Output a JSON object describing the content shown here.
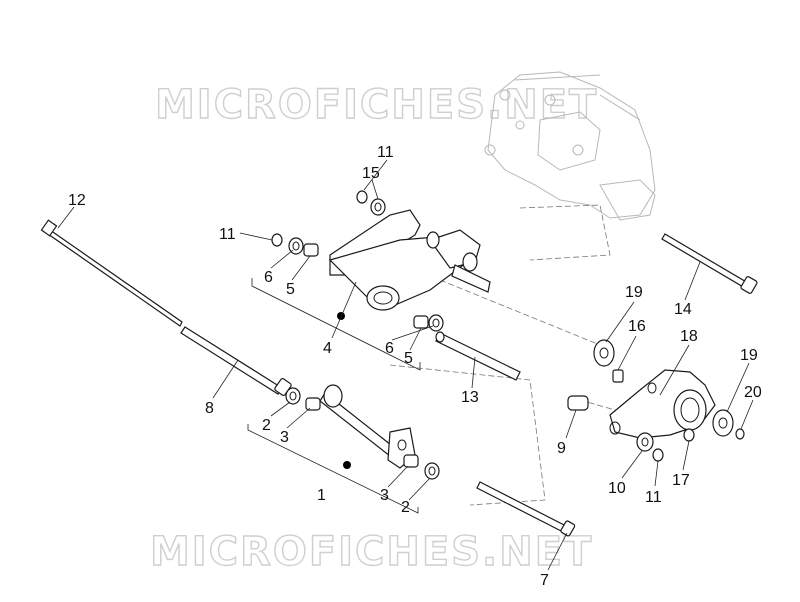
{
  "watermark": "MICROFICHES.NET",
  "callouts": {
    "c1": "1",
    "c2a": "2",
    "c2b": "2",
    "c3a": "3",
    "c3b": "3",
    "c4": "4",
    "c5a": "5",
    "c5b": "5",
    "c6a": "6",
    "c6b": "6",
    "c7": "7",
    "c8": "8",
    "c9": "9",
    "c10": "10",
    "c11a": "11",
    "c11b": "11",
    "c11c": "11",
    "c12": "12",
    "c13": "13",
    "c14": "14",
    "c15": "15",
    "c16": "16",
    "c17": "17",
    "c18": "18",
    "c19a": "19",
    "c19b": "19",
    "c20": "20"
  },
  "colors": {
    "line": "#1a1a1a",
    "watermark": "#cfcfcf",
    "background": "#ffffff"
  }
}
